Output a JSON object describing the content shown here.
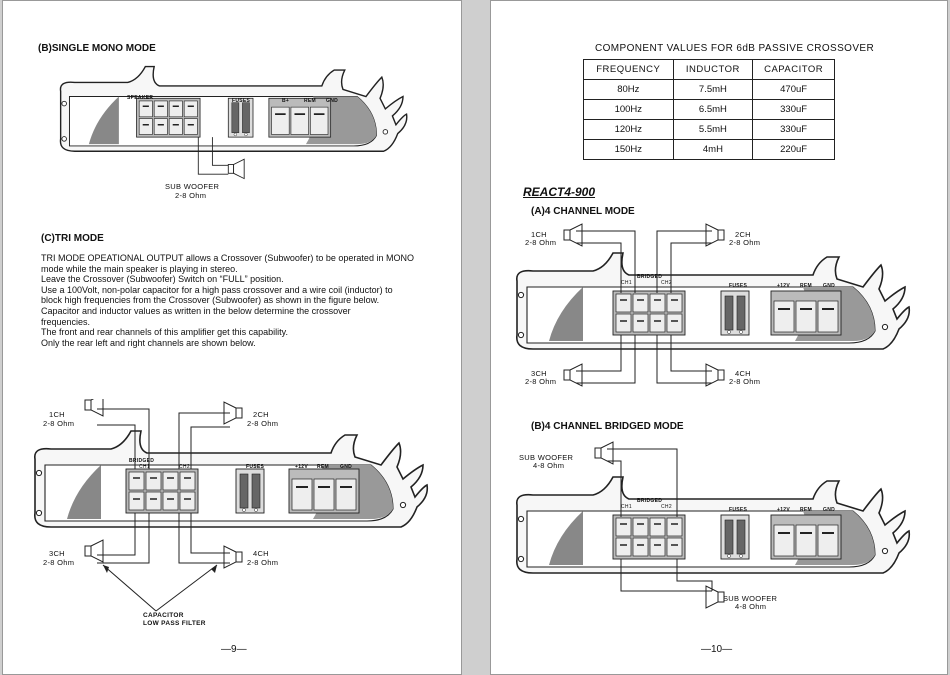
{
  "page_left": {
    "section_b_title": "(B)SINGLE  MONO MODE",
    "amp_b": {
      "speaker_label": "SPEAKER",
      "fuses": "FUSES",
      "bplus": "B+",
      "rem": "REM",
      "gnd": "GND"
    },
    "sub_woofer_label": "SUB WOOFER",
    "sub_woofer_ohm": "2-8 Ohm",
    "section_c_title": "(C)TRI MODE",
    "paragraph": [
      "TRI MODE OPEATIONAL OUTPUT allows a Crossover (Subwoofer) to be operated in MONO",
      "mode while the main speaker is playing in stereo.",
      "Leave the Crossover (Subwoofer) Switch on “FULL” position.",
      "Use a 100Volt, non-polar capacitor for a high pass crossover and a wire coil (inductor) to",
      "block high frequencies from the Crossover (Subwoofer) as shown in the figure below.",
      "Capacitor and inductor values as written in the below determine the crossover",
      "frequencies.",
      "The front and rear channels of this amplifier get this capability.",
      "Only the rear left and right channels are shown below."
    ],
    "amp_c": {
      "bridged": "BRIDGED",
      "ch1": "CH1",
      "ch2": "CH2",
      "fuses": "FUSES",
      "v12": "+12V",
      "rem": "REM",
      "gnd": "GND"
    },
    "spk_1ch": "1CH",
    "spk_2ch": "2CH",
    "spk_3ch": "3CH",
    "spk_4ch": "4CH",
    "ohm": "2-8 Ohm",
    "capacitor_label": "CAPACITOR",
    "low_pass_label": "LOW PASS FILTER",
    "page_number": "9"
  },
  "page_right": {
    "table_title": "COMPONENT VALUES FOR 6dB PASSIVE CROSSOVER",
    "table_headers": [
      "FREQUENCY",
      "INDUCTOR",
      "CAPACITOR"
    ],
    "table_rows": [
      [
        "80Hz",
        "7.5mH",
        "470uF"
      ],
      [
        "100Hz",
        "6.5mH",
        "330uF"
      ],
      [
        "120Hz",
        "5.5mH",
        "330uF"
      ],
      [
        "150Hz",
        "4mH",
        "220uF"
      ]
    ],
    "model": "REACT4-900",
    "section_a_title": "(A)4 CHANNEL  MODE",
    "section_b_title": "(B)4 CHANNEL  BRIDGED  MODE",
    "amp": {
      "bridged": "BRIDGED",
      "ch1": "CH1",
      "ch2": "CH2",
      "fuses": "FUSES",
      "v12": "+12V",
      "rem": "REM",
      "gnd": "GND"
    },
    "spk_1ch": "1CH",
    "spk_2ch": "2CH",
    "spk_3ch": "3CH",
    "spk_4ch": "4CH",
    "ohm": "2-8 Ohm",
    "sub_woofer_label": "SUB WOOFER",
    "sub_woofer_ohm": "4-8 Ohm",
    "page_number": "10"
  }
}
